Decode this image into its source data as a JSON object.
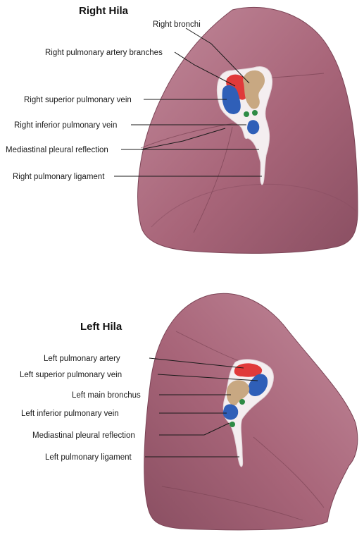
{
  "right_hila": {
    "title": "Right Hila",
    "labels": [
      "Right bronchi",
      "Right pulmonary artery branches",
      "Right superior pulmonary vein",
      "Right inferior pulmonary vein",
      "Mediastinal pleural reflection",
      "Right pulmonary ligament"
    ]
  },
  "left_hila": {
    "title": "Left Hila",
    "labels": [
      "Left pulmonary artery",
      "Left superior pulmonary vein",
      "Left main bronchus",
      "Left inferior pulmonary vein",
      "Mediastinal pleural reflection",
      "Left pulmonary ligament"
    ]
  },
  "colors": {
    "lung": "#b07184",
    "lung_shadow": "#8a4f62",
    "lung_highlight": "#c9909f",
    "artery": "#e03a3a",
    "vein": "#2f5fb8",
    "bronchus": "#c8a882",
    "lymph": "#2e8b45",
    "pleura": "#f4eef0"
  }
}
